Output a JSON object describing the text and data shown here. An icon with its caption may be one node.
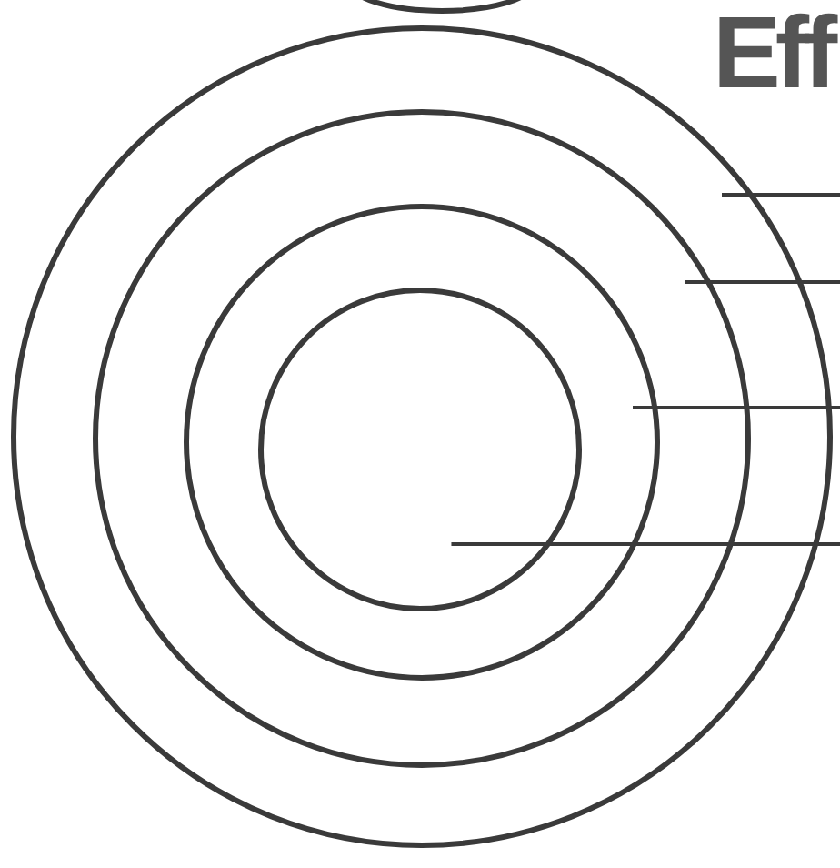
{
  "diagram": {
    "nodes": [
      {
        "text": [],
        "shape": "circle"
      },
      {
        "text": [],
        "shape": "circle",
        "in": 0
      },
      {
        "text": [],
        "shape": "circle",
        "in": 1
      },
      {
        "text": [],
        "shape": "circle",
        "in": 2
      }
    ],
    "edges": [
      {
        "from": null,
        "to": 3,
        "arrow": "none"
      }
    ],
    "labels": [
      "Eff"
    ]
  }
}
